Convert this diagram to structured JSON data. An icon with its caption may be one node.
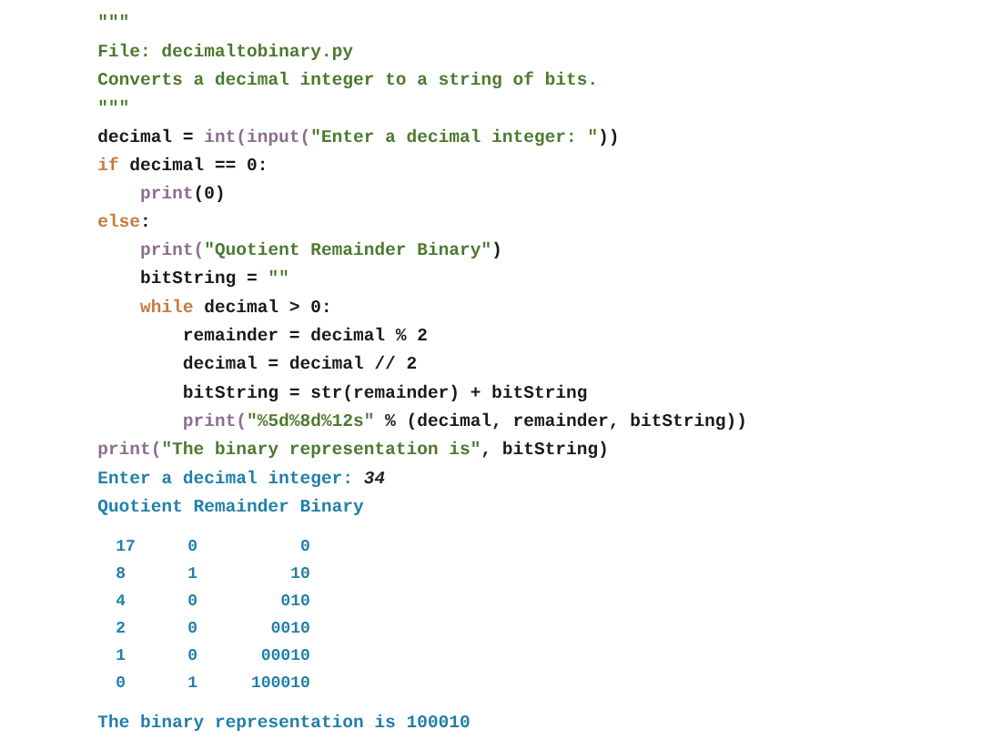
{
  "diagram": {
    "labels": [
      "\"\"\"",
      "File: decimaltobinary.py",
      "Converts a decimal integer to a string of bits.",
      "\"\"\"",
      "decimal =",
      "int(input(",
      "\"Enter a decimal integer: \"",
      "))",
      "if",
      "decimal == 0:",
      "print",
      "(0)",
      "else",
      ":",
      "print(",
      "\"Quotient Remainder Binary\"",
      ")",
      "bitString =",
      "\"\"",
      "while",
      "decimal > 0:",
      "remainder = decimal % 2",
      "decimal = decimal // 2",
      "bitString = str(remainder) + bitString",
      "print(",
      "\"%5d%8d%12s\"",
      "% (decimal, remainder, bitString))",
      "print(",
      "\"The binary representation is\"",
      ", bitString)",
      "Enter a decimal integer:",
      "34",
      "Quotient Remainder Binary",
      "17",
      "0",
      "0",
      "8",
      "1",
      "10",
      "4",
      "0",
      "010",
      "2",
      "0",
      "0010",
      "1",
      "0",
      "00010",
      "0",
      "1",
      "100010",
      "The binary representation is 100010"
    ]
  }
}
